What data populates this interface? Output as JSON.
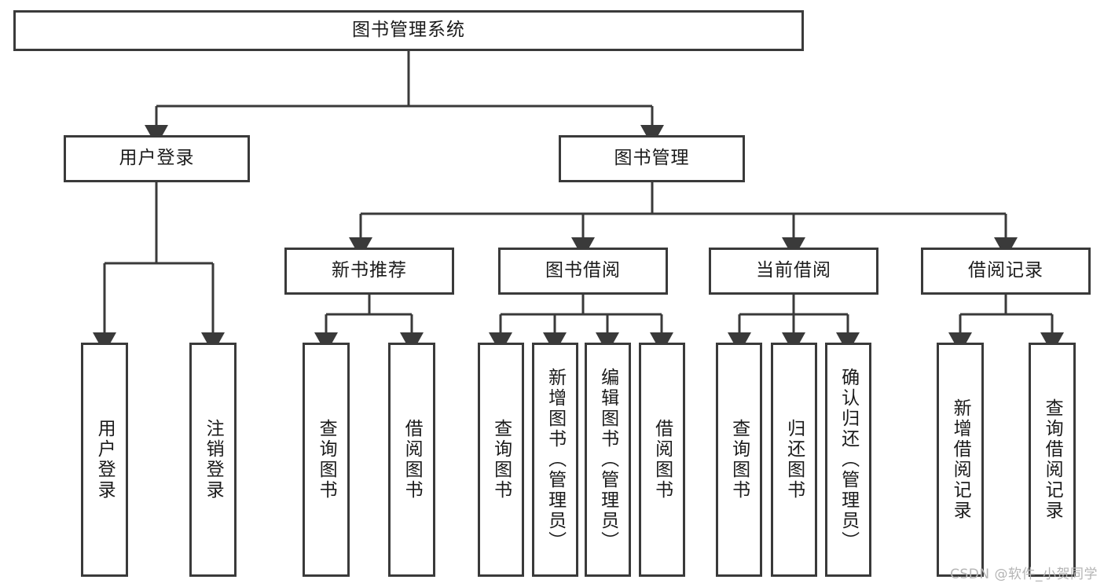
{
  "diagram": {
    "title": "图书管理系统",
    "root": {
      "label": "图书管理系统"
    },
    "level2": [
      {
        "label": "用户登录"
      },
      {
        "label": "图书管理"
      }
    ],
    "level3": [
      {
        "label": "新书推荐"
      },
      {
        "label": "图书借阅"
      },
      {
        "label": "当前借阅"
      },
      {
        "label": "借阅记录"
      }
    ],
    "leaves": [
      {
        "label": "用户登录"
      },
      {
        "label": "注销登录"
      },
      {
        "label": "查询图书"
      },
      {
        "label": "借阅图书"
      },
      {
        "label": "查询图书"
      },
      {
        "label": "新增图书（管理员）"
      },
      {
        "label": "编辑图书（管理员）"
      },
      {
        "label": "借阅图书"
      },
      {
        "label": "查询图书"
      },
      {
        "label": "归还图书"
      },
      {
        "label": "确认归还（管理员）"
      },
      {
        "label": "新增借阅记录"
      },
      {
        "label": "查询借阅记录"
      }
    ]
  },
  "watermark": {
    "text": "CSDN @软件_小贺同学"
  },
  "colors": {
    "stroke": "#3a3a3a",
    "text": "#1b1b1b",
    "background": "#ffffff",
    "watermark": "#b4b4b4"
  }
}
